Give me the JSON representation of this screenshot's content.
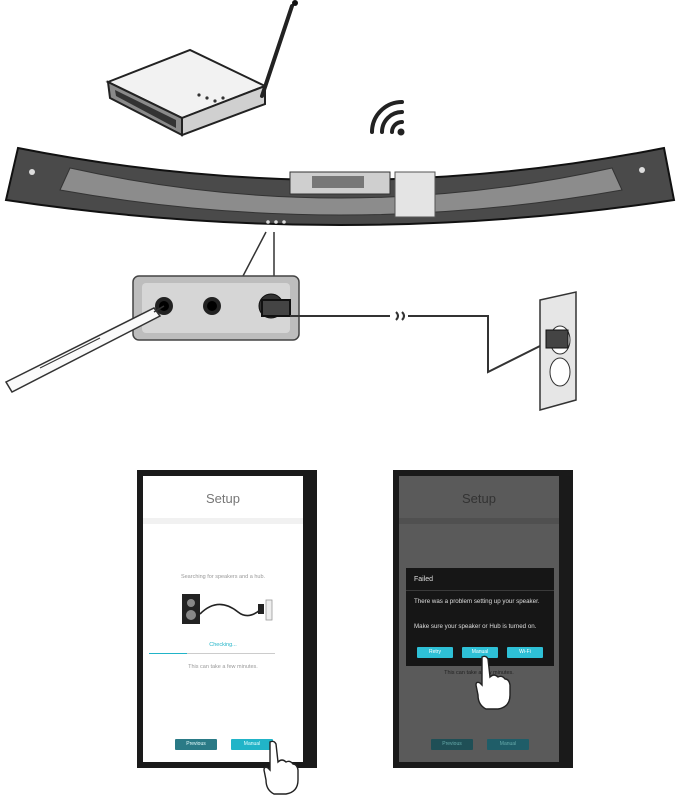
{
  "screen_left": {
    "title": "Setup",
    "searching": "Searching for speakers and a hub.",
    "checking": "Checking...",
    "wait_note": "This can take a few minutes.",
    "progress": 0.3,
    "previous_label": "Previous",
    "manual_label": "Manual"
  },
  "screen_right": {
    "title": "Setup",
    "dialog_title": "Failed",
    "dialog_message": "There was a problem setting up your speaker.",
    "dialog_hint": "Make sure your speaker or Hub is turned on.",
    "retry_label": "Retry",
    "manual_label": "Manual",
    "wifi_label": "Wi-Fi",
    "wait_note": "This can take a few minutes.",
    "previous_label": "Previous",
    "manual_bottom_label": "Manual"
  },
  "colors": {
    "accent": "#21b4c8",
    "button_dark": "#2a7a86",
    "dialog_bg": "#161616"
  }
}
